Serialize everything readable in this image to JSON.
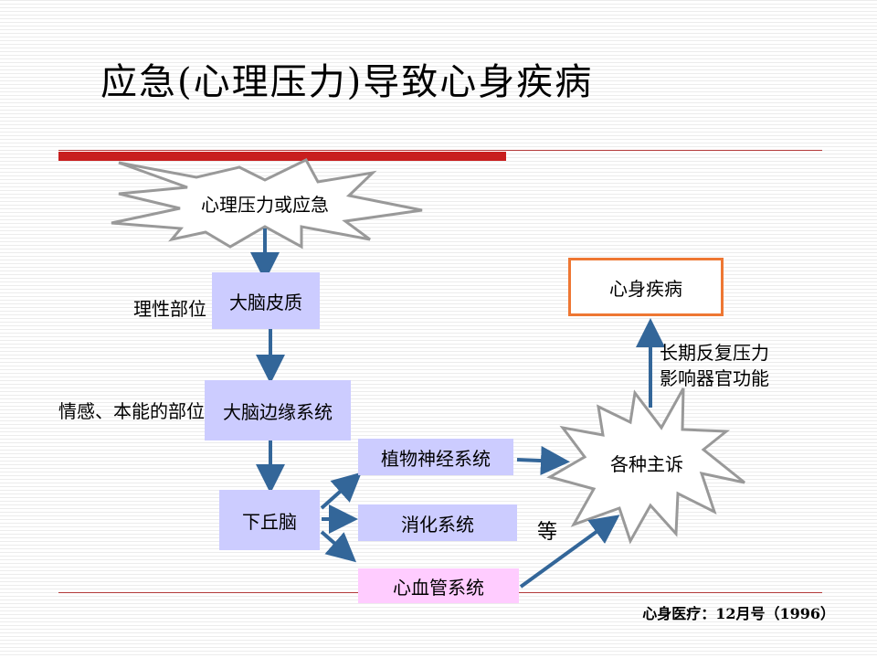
{
  "title": "应急(心理压力)导致心身疾病",
  "nodes": {
    "stress": "心理压力或应急",
    "cortex": "大脑皮质",
    "limbic": "大脑边缘系统",
    "hypothalamus": "下丘脑",
    "autonomic": "植物神经系统",
    "digestive": "消化系统",
    "cardio": "心血管系统",
    "complaints": "各种主诉",
    "psychosomatic": "心身疾病"
  },
  "labels": {
    "rational": "理性部位",
    "emotional": "情感、本能的部位",
    "etc": "等",
    "long_term_line1": "长期反复压力",
    "long_term_line2": "影响器官功能"
  },
  "citation": "心身医疗：12月号（1996）",
  "colors": {
    "box_lavender": "#ccccff",
    "box_pink": "#ffccff",
    "box_orange_border": "#ee7733",
    "arrow": "#336699",
    "accent_red": "#c81e1e"
  }
}
